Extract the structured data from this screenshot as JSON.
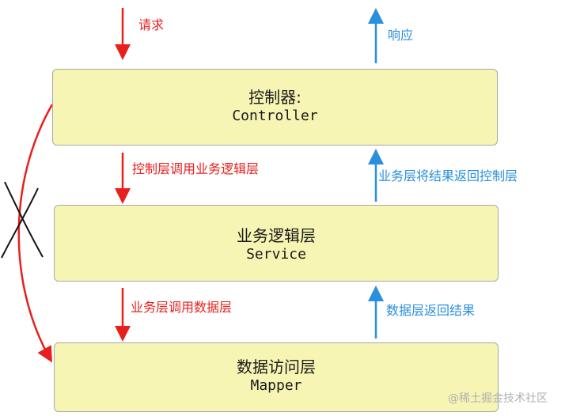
{
  "layers": [
    {
      "name": "控制器:",
      "code": "Controller"
    },
    {
      "name": "业务逻辑层",
      "code": "Service"
    },
    {
      "name": "数据访问层",
      "code": "Mapper"
    }
  ],
  "flows": {
    "request": "请求",
    "response": "响应",
    "controller_to_service": "控制层调用业务逻辑层",
    "service_to_controller": "业务层将结果返回控制层",
    "service_to_mapper": "业务层调用数据层",
    "mapper_to_service": "数据层返回结果"
  },
  "watermark": "@稀土掘金技术社区",
  "colors": {
    "box_fill": "#f7f5b4",
    "box_border": "#a9a9a9",
    "request_arrow": "#e8201d",
    "response_arrow": "#2a8fdc",
    "cross_mark": "#111111"
  }
}
